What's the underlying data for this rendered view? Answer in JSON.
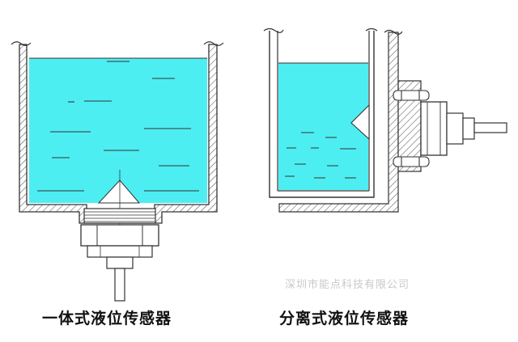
{
  "captions": {
    "integrated": "一体式液位传感器",
    "separated": "分离式液位传感器"
  },
  "watermark": "深圳市能点科技有限公司",
  "colors": {
    "liquid": "#4deef2",
    "outline": "#333333",
    "hatch": "#555555",
    "background": "#ffffff",
    "caption": "#111111",
    "watermark": "#c9c9c9"
  }
}
